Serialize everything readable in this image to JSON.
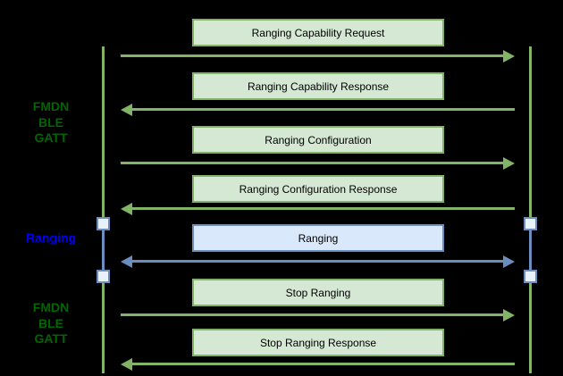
{
  "diagram": {
    "type": "sequence-diagram",
    "background": "#000000",
    "colors": {
      "green_line": "#82b366",
      "green_fill": "#d5e8d4",
      "green_label_text": "#006600",
      "blue_line": "#6c8ebf",
      "blue_fill": "#dae8fc",
      "blue_label_text": "#0000ee",
      "box_text": "#000000",
      "activation_fill": "#e9f1fb"
    },
    "phase_labels": [
      {
        "id": "fmdn-ble-gatt-top",
        "text": "FMDN\nBLE\nGATT",
        "color": "green"
      },
      {
        "id": "ranging",
        "text": "Ranging",
        "color": "blue"
      },
      {
        "id": "fmdn-ble-gatt-bottom",
        "text": "FMDN\nBLE\nGATT",
        "color": "green"
      }
    ],
    "lifelines": [
      {
        "side": "left",
        "activations": 2
      },
      {
        "side": "right",
        "activations": 2
      }
    ],
    "messages": [
      {
        "label": "Ranging Capability Request",
        "direction": "right",
        "style": "green"
      },
      {
        "label": "Ranging Capability Response",
        "direction": "left",
        "style": "green"
      },
      {
        "label": "Ranging Configuration",
        "direction": "right",
        "style": "green"
      },
      {
        "label": "Ranging Configuration Response",
        "direction": "left",
        "style": "green"
      },
      {
        "label": "Ranging",
        "direction": "both",
        "style": "blue"
      },
      {
        "label": "Stop Ranging",
        "direction": "right",
        "style": "green"
      },
      {
        "label": "Stop Ranging Response",
        "direction": "left",
        "style": "green"
      }
    ]
  }
}
